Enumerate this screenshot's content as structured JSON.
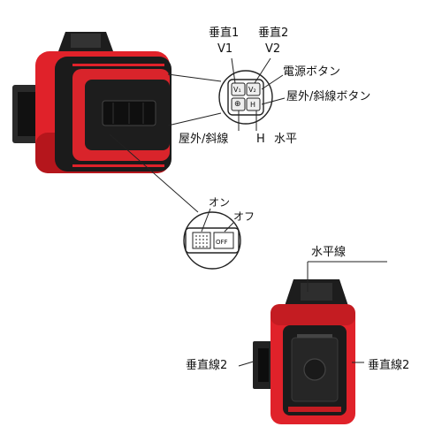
{
  "labels": {
    "v1_jp": "垂直1",
    "v1_code": "V1",
    "v2_jp": "垂直2",
    "v2_code": "V2",
    "power_button": "電源ボタン",
    "outdoor_incline_button": "屋外/斜線ボタン",
    "outdoor_incline": "屋外/斜線",
    "h_code": "H",
    "horizontal": "水平",
    "on": "オン",
    "off": "オフ",
    "horizontal_line": "水平線",
    "vertical_line_left": "垂直線2",
    "vertical_line_right": "垂直線2"
  },
  "keypad": {
    "k1": "V₁",
    "k2": "V₂",
    "k3": "⊕",
    "k4": "H"
  },
  "switch": {
    "off_mark": "OFF"
  },
  "colors": {
    "body_red": "#e0222a",
    "dark_red": "#9d1116",
    "rubber_black": "#1b1b1b",
    "mid_gray": "#3a3a3a"
  }
}
